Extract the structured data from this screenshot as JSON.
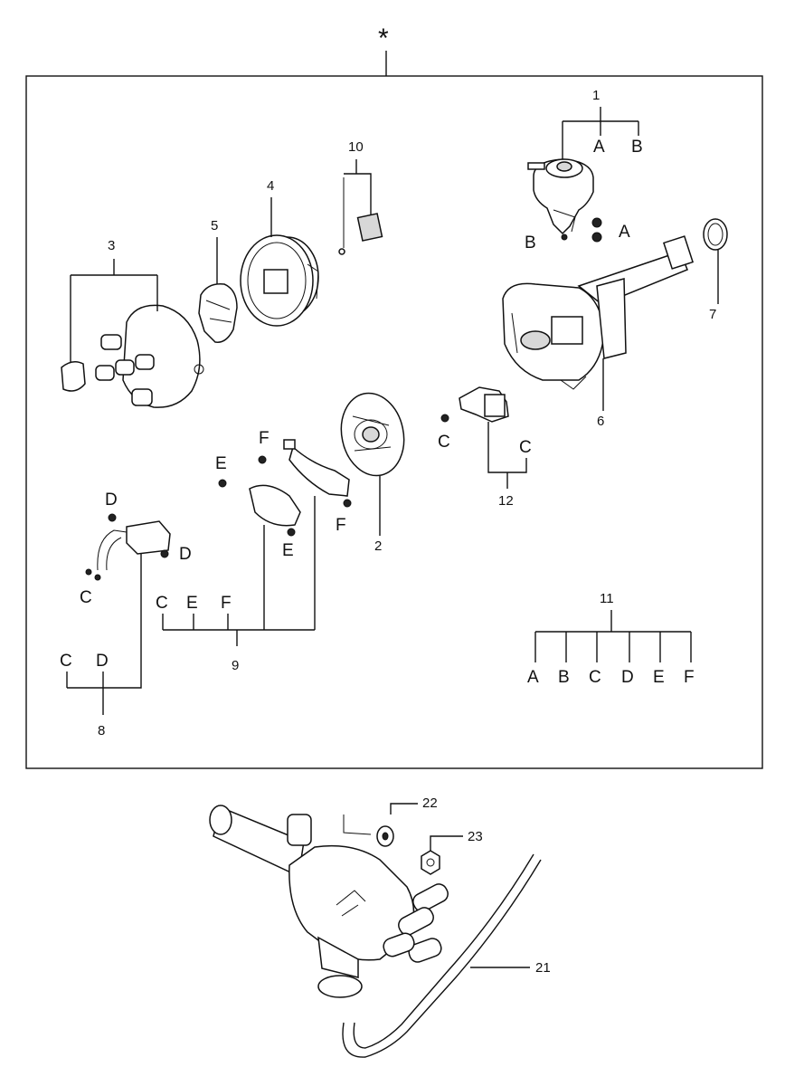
{
  "header": {
    "asterisk": "*"
  },
  "callouts": {
    "p1": "1",
    "p2": "2",
    "p3": "3",
    "p4": "4",
    "p5": "5",
    "p6": "6",
    "p7": "7",
    "p8": "8",
    "p9": "9",
    "p10": "10",
    "p11": "11",
    "p12": "12",
    "p21": "21",
    "p22": "22",
    "p23": "23"
  },
  "subletters": {
    "A": "A",
    "B": "B",
    "C": "C",
    "D": "D",
    "E": "E",
    "F": "F"
  }
}
